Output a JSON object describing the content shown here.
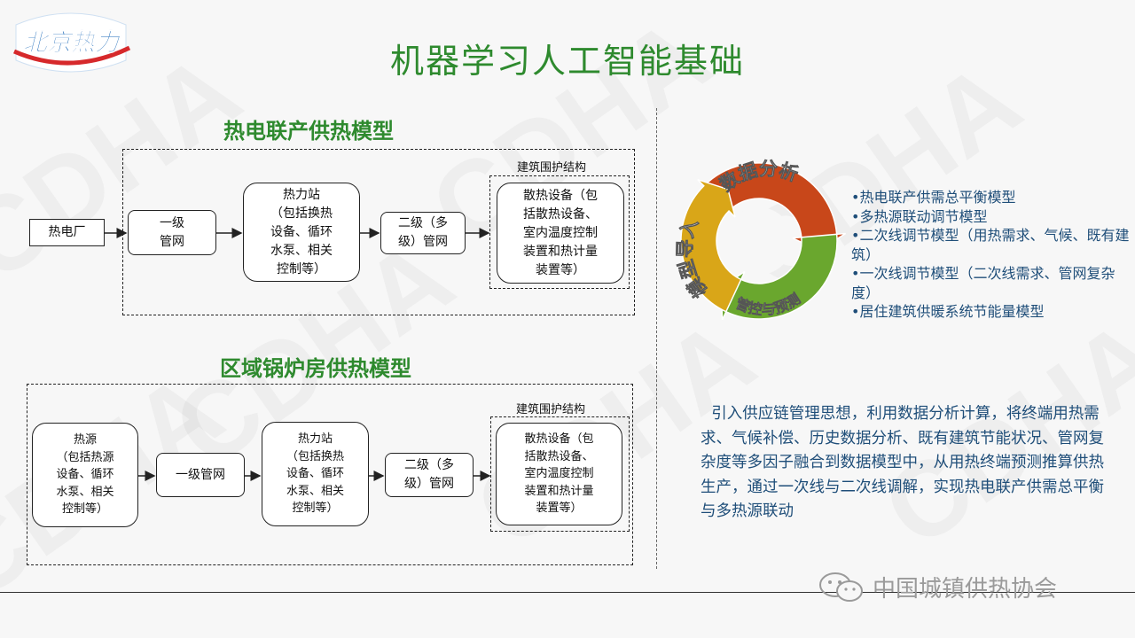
{
  "watermark": "CDHA",
  "logo": {
    "text": "北京热力"
  },
  "title": "机器学习人工智能基础",
  "model1": {
    "title": "热电联产供热模型",
    "enclosure_label": "建筑围护结构",
    "boxes": [
      "热电厂",
      "一级\n管网",
      "热力站\n（包括换热\n设备、循环\n水泵、相关\n控制等）",
      "二级（多\n级）管网",
      "散热设备（包\n括散热设备、\n室内温度控制\n装置和热计量\n装置等）"
    ]
  },
  "model2": {
    "title": "区域锅炉房供热模型",
    "enclosure_label": "建筑围护结构",
    "boxes": [
      "热源\n（包括热源\n设备、循环\n水泵、相关\n控制等）",
      "一级管网",
      "热力站\n（包括换热\n设备、循环\n水泵、相关\n控制等）",
      "二级（多\n级）管网",
      "散热设备（包\n括散热设备、\n室内温度控制\n装置和热计量\n装置等）"
    ]
  },
  "cycle": {
    "segments": [
      {
        "label": "数据分析",
        "color": "#c8471a"
      },
      {
        "label": "管控与预测",
        "color": "#6aa72e"
      },
      {
        "label": "模型导入",
        "color": "#d9a618"
      }
    ]
  },
  "bullets": [
    "•热电联产供需总平衡模型",
    "•多热源联动调节模型",
    "•二次线调节模型（用热需求、气候、既有建筑）",
    "•一次线调节模型（二次线需求、管网复杂度）",
    "•居住建筑供暖系统节能量模型"
  ],
  "paragraph": "引入供应链管理思想，利用数据分析计算，将终端用热需求、气候补偿、历史数据分析、既有建筑节能状况、管网复杂度等多因子融合到数据模型中，从用热终端预测推算供热生产，通过一次线与二次线调解，实现热电联产供需总平衡与多热源联动",
  "footer": {
    "text": "中国城镇供热协会",
    "icon": "wechat-icon"
  }
}
